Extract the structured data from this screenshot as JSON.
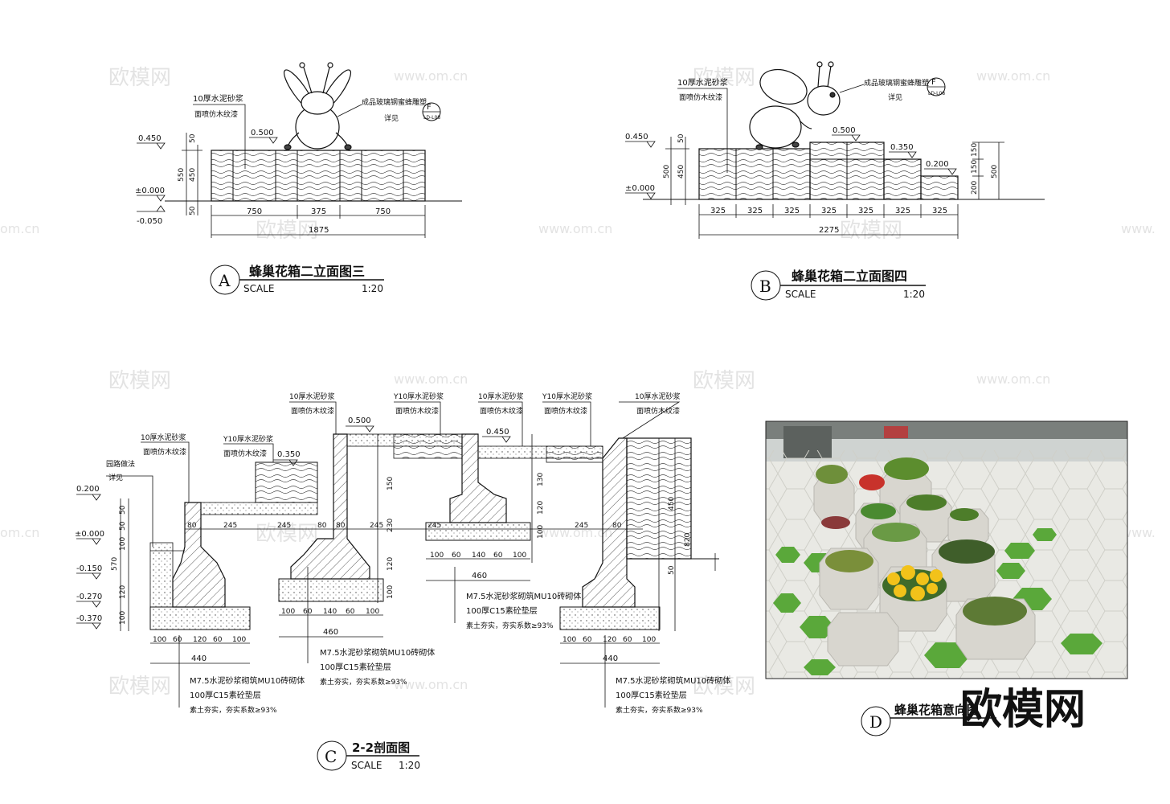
{
  "watermarks": {
    "brand": "欧模网",
    "url": "www.om.cn",
    "url_short": "om.cn",
    "url_prefix": "www."
  },
  "drawing_a": {
    "letter": "A",
    "title": "蜂巢花箱二立面图三",
    "scale_label": "SCALE",
    "scale_value": "1:20",
    "note1_line1": "10厚水泥砂浆",
    "note1_line2": "面喷仿木纹漆",
    "note2": "成品玻璃钢蜜蜂雕塑",
    "note2_sub": "详见",
    "detail_letter": "F",
    "detail_ref": "LD-L08",
    "elev_top": "0.450",
    "elev_mid": "0.500",
    "elev_zero": "±0.000",
    "elev_neg": "-0.050",
    "dims_left": [
      "50",
      "450",
      "50",
      "550"
    ],
    "dims_bottom": [
      "750",
      "375",
      "750"
    ],
    "dim_total": "1875"
  },
  "drawing_b": {
    "letter": "B",
    "title": "蜂巢花箱二立面图四",
    "scale_label": "SCALE",
    "scale_value": "1:20",
    "note1_line1": "10厚水泥砂浆",
    "note1_line2": "面喷仿木纹漆",
    "note2": "成品玻璃钢蜜蜂雕塑",
    "note2_sub": "详见",
    "detail_letter": "F",
    "detail_ref": "LD-L08",
    "elev_top": "0.450",
    "elev_zero": "±0.000",
    "elev_500": "0.500",
    "elev_350": "0.350",
    "elev_200": "0.200",
    "dims_left": [
      "50",
      "450",
      "500"
    ],
    "dims_right": [
      "150",
      "150",
      "200",
      "500"
    ],
    "dims_bottom": [
      "325",
      "325",
      "325",
      "325",
      "325",
      "325",
      "325"
    ],
    "dim_total": "2275"
  },
  "drawing_c": {
    "letter": "C",
    "title": "2-2剖面图",
    "scale_label": "SCALE",
    "scale_value": "1:20",
    "labels": {
      "mortar": "10厚水泥砂浆",
      "wood": "面喷仿木纹漆",
      "y10_mortar": "Y10厚水泥砂浆",
      "curb": "园路做法",
      "see": "详见",
      "masonry": "M7.5水泥砂浆砌筑MU10砖砌体",
      "cushion": "100厚C15素砼垫层",
      "soil": "素土夯实，夯实系数≥93%"
    },
    "elevations": [
      "0.200",
      "±0.000",
      "-0.150",
      "-0.270",
      "-0.370",
      "0.350",
      "0.500",
      "0.450"
    ],
    "dims_top": [
      "80",
      "245",
      "245",
      "80",
      "80",
      "245",
      "245",
      "245",
      "80"
    ],
    "dims_footing": [
      "100",
      "60",
      "120",
      "60",
      "100"
    ],
    "dims_footing_mid": [
      "100",
      "60",
      "140",
      "60",
      "100"
    ],
    "dim_440": "440",
    "dim_460": "460",
    "dims_vertical": [
      "50",
      "50",
      "100",
      "570",
      "120",
      "100",
      "150",
      "130",
      "120",
      "230",
      "100",
      "120",
      "100",
      "50",
      "450",
      "820"
    ]
  },
  "drawing_d": {
    "letter": "D",
    "title": "蜂巢花箱意向图"
  },
  "logo_text": "欧模网",
  "colors": {
    "line": "#111111",
    "hatch": "#333333",
    "grass": "#5aa83a",
    "paving": "#e9e9e4",
    "planter": "#d8d6cf",
    "flower_yellow": "#f2c21a",
    "flower_red": "#c8322b"
  }
}
